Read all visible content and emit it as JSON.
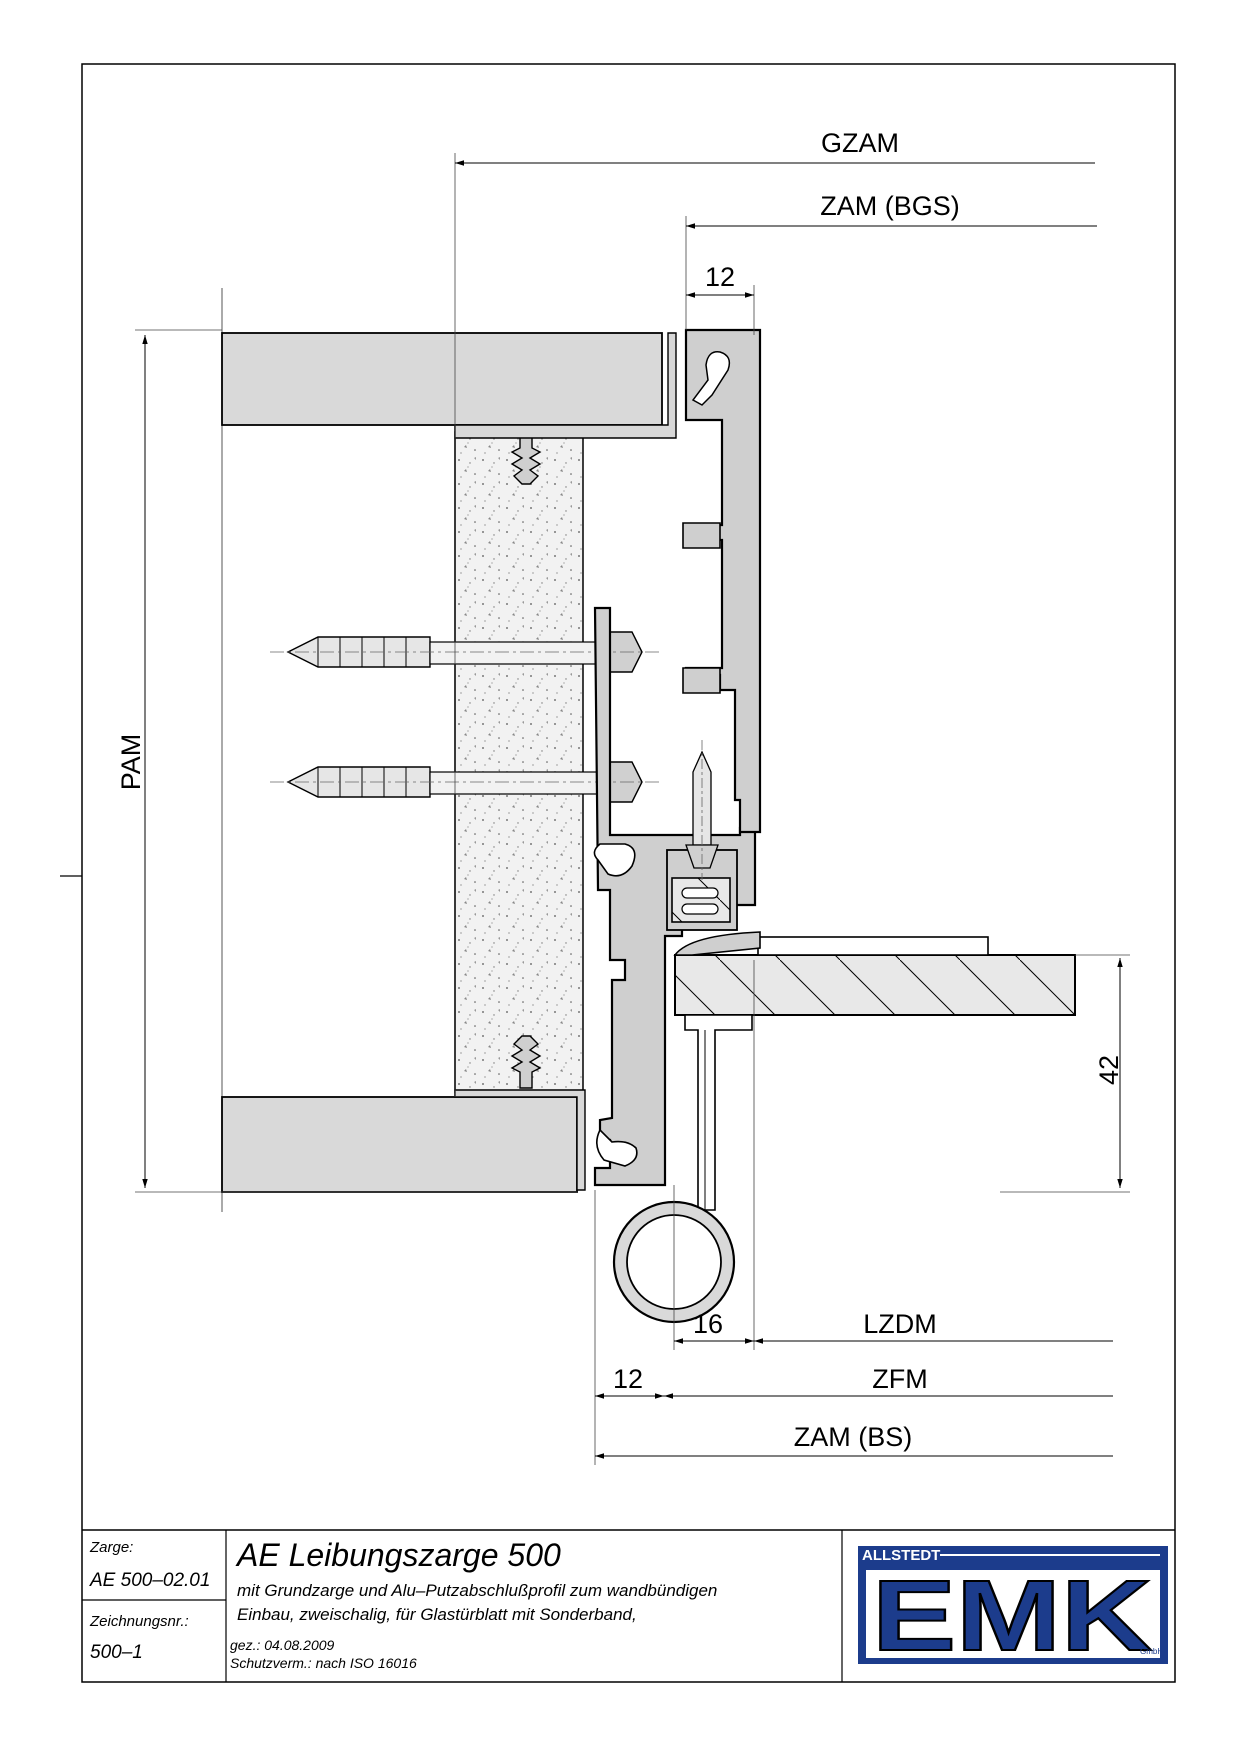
{
  "dimensions": {
    "gzam": "GZAM",
    "zam_bgs": "ZAM (BGS)",
    "dim_12_top": "12",
    "pam": "PAM",
    "dim_42": "42",
    "dim_16": "16",
    "lzdm": "LZDM",
    "dim_12_bottom": "12",
    "zfm": "ZFM",
    "zam_bs": "ZAM (BS)"
  },
  "title_block": {
    "zarge_label": "Zarge:",
    "zarge_value": "AE 500–02.01",
    "zeichnungsnr_label": "Zeichnungsnr.:",
    "zeichnungsnr_value": "500–1",
    "title": "AE  Leibungszarge  500",
    "description_line1": "mit  Grundzarge  und  Alu–Putzabschlußprofil  zum  wandbündigen",
    "description_line2": "Einbau,  zweischalig,  für  Glastürblatt  mit  Sonderband,",
    "drawn": "gez.:  04.08.2009",
    "protection": "Schutzverm.:  nach  ISO  16016"
  },
  "logo": {
    "top_text": "ALLSTEDT",
    "letters": "EMK",
    "suffix": "GmbH",
    "color": "#1c3c8c"
  }
}
